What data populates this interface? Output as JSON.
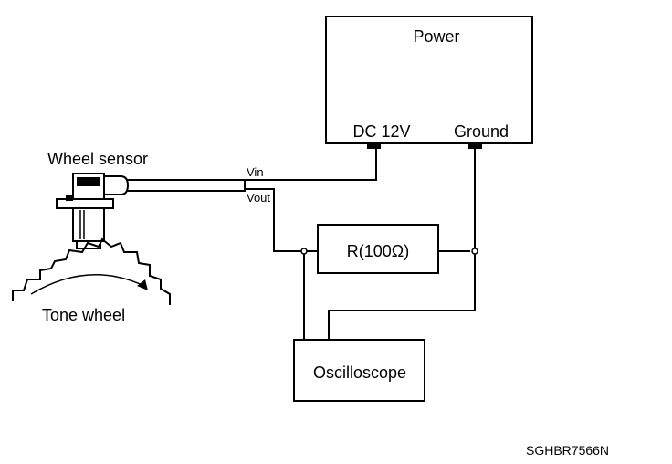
{
  "power": {
    "title": "Power",
    "dc_label": "DC 12V",
    "ground_label": "Ground"
  },
  "sensor": {
    "label": "Wheel sensor",
    "vin_label": "Vin",
    "vout_label": "Vout"
  },
  "tone_wheel": {
    "label": "Tone wheel"
  },
  "resistor": {
    "label": "R(100Ω)"
  },
  "oscilloscope": {
    "label": "Oscilloscope"
  },
  "figure_code": "SGHBR7566N"
}
